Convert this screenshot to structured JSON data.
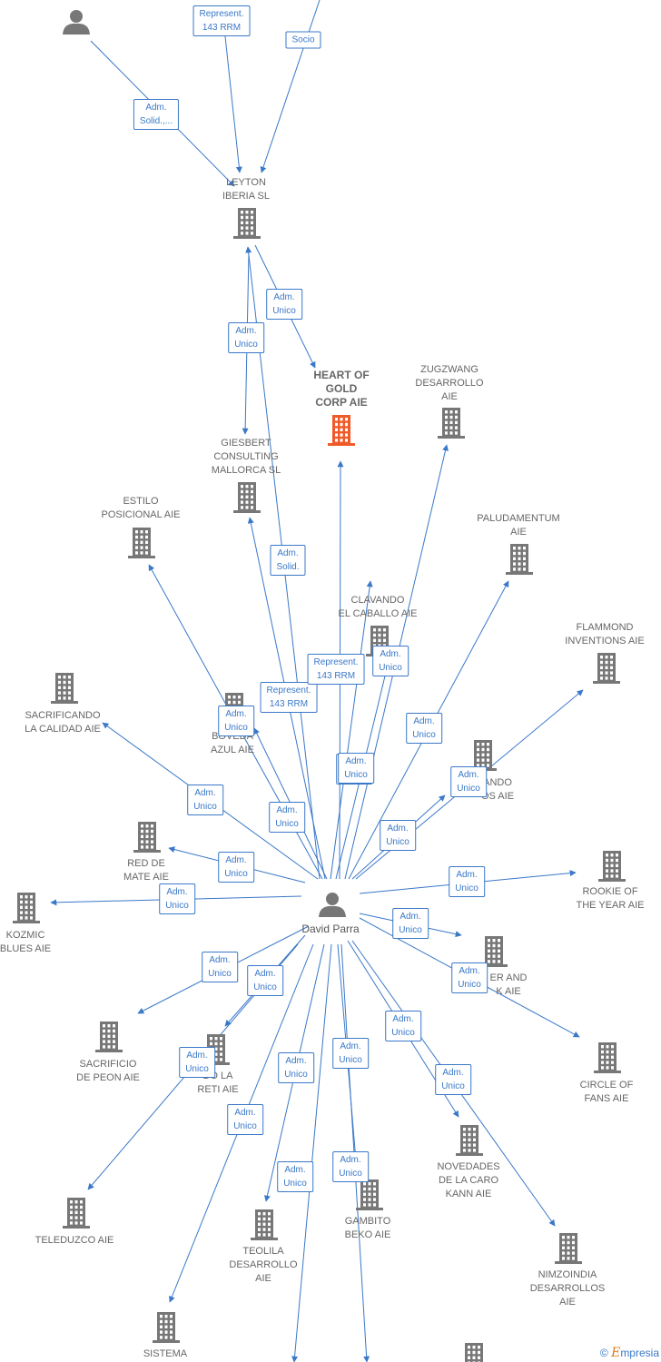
{
  "colors": {
    "edge": "#3a78c8",
    "building": "#777777",
    "highlight": "#f05a28",
    "person": "#777777",
    "text": "#666666"
  },
  "nodes": [
    {
      "id": "p_top",
      "type": "person",
      "label": ""
    },
    {
      "id": "leyton",
      "type": "company",
      "label": "LEYTON\nIBERIA  SL"
    },
    {
      "id": "heart",
      "type": "company",
      "label": "HEART OF\nGOLD\nCORP  AIE",
      "highlight": true
    },
    {
      "id": "zugzwang",
      "type": "company",
      "label": "ZUGZWANG\nDESARROLLO\nAIE"
    },
    {
      "id": "giesbert",
      "type": "company",
      "label": "GIESBERT\nCONSULTING\nMALLORCA  SL"
    },
    {
      "id": "estilo",
      "type": "company",
      "label": "ESTILO\nPOSICIONAL  AIE"
    },
    {
      "id": "paludamentum",
      "type": "company",
      "label": "PALUDAMENTUM\nAIE"
    },
    {
      "id": "clavando",
      "type": "company",
      "label": "CLAVANDO\nEL CABALLO  AIE"
    },
    {
      "id": "flammond",
      "type": "company",
      "label": "FLAMMOND\nINVENTIONS  AIE"
    },
    {
      "id": "sacrificando",
      "type": "company",
      "label": "SACRIFICANDO\nLA CALIDAD  AIE"
    },
    {
      "id": "boveda",
      "type": "company",
      "label": "BOVEDA\nAZUL  AIE"
    },
    {
      "id": "ando",
      "type": "company",
      "label": "ANDO\nOS  AIE"
    },
    {
      "id": "redmate",
      "type": "company",
      "label": "RED DE\nMATE  AIE"
    },
    {
      "id": "rookie",
      "type": "company",
      "label": "ROOKIE OF\nTHE YEAR  AIE"
    },
    {
      "id": "kozmic",
      "type": "company",
      "label": "KOZMIC\nBLUES  AIE"
    },
    {
      "id": "david",
      "type": "person",
      "label": "David Parra"
    },
    {
      "id": "erand",
      "type": "company",
      "label": "ER AND\nK  AIE"
    },
    {
      "id": "sacrificio",
      "type": "company",
      "label": "SACRIFICIO\nDE PEON  AIE"
    },
    {
      "id": "retiaie",
      "type": "company",
      "label": "DO LA\nRETI  AIE"
    },
    {
      "id": "circle",
      "type": "company",
      "label": "CIRCLE OF\nFANS  AIE"
    },
    {
      "id": "novedades",
      "type": "company",
      "label": "NOVEDADES\nDE LA CARO\nKANN  AIE"
    },
    {
      "id": "teleduzco",
      "type": "company",
      "label": "TELEDUZCO  AIE"
    },
    {
      "id": "gambito",
      "type": "company",
      "label": "GAMBITO\nBEKO  AIE"
    },
    {
      "id": "teolila",
      "type": "company",
      "label": "TEOLILA\nDESARROLLO\nAIE"
    },
    {
      "id": "nimzoindia",
      "type": "company",
      "label": "NIMZOINDIA\nDESARROLLOS\nAIE"
    },
    {
      "id": "sistema",
      "type": "company",
      "label": "SISTEMA"
    },
    {
      "id": "bottom_right",
      "type": "company",
      "label": ""
    }
  ],
  "edges": [
    {
      "label": "Represent.\n143 RRM"
    },
    {
      "label": "Socio"
    },
    {
      "label": "Adm.\nSolid.,..."
    },
    {
      "label": "Adm.\nUnico"
    },
    {
      "label": "Adm.\nUnico"
    },
    {
      "label": "Adm.\nSolid."
    },
    {
      "label": "Represent.\n143 RRM"
    },
    {
      "label": "Represent.\n143 RRM"
    },
    {
      "label": "Adm.\nUnico"
    },
    {
      "label": "Adm.\nUnico"
    },
    {
      "label": "Adm.\nUnico"
    },
    {
      "label": "Adm.\nUnico"
    },
    {
      "label": "Adm.\nUnico"
    },
    {
      "label": "Adm.\nUnico"
    },
    {
      "label": "Adm.\nUnico"
    },
    {
      "label": "Adm.\nUnico"
    },
    {
      "label": "Adm.\nUnico"
    },
    {
      "label": "Adm.\nUnico"
    },
    {
      "label": "Adm.\nUnico"
    },
    {
      "label": "Adm.\nUnico"
    },
    {
      "label": "Adm.\nUnico"
    },
    {
      "label": "Adm.\nUnico"
    },
    {
      "label": "Adm.\nUnico"
    },
    {
      "label": "Adm.\nUnico"
    },
    {
      "label": "Adm.\nUnico"
    },
    {
      "label": "Adm.\nUnico"
    },
    {
      "label": "Adm.\nUnico"
    },
    {
      "label": "Adm.\nUnico"
    },
    {
      "label": "Adm.\nUnico"
    },
    {
      "label": "Adm.\nUnico"
    },
    {
      "label": "Adm.\nUnico"
    },
    {
      "label": "Adm.\nUnico"
    }
  ],
  "footer": {
    "copyright": "©",
    "brand_first": "E",
    "brand_rest": "mpresia"
  }
}
